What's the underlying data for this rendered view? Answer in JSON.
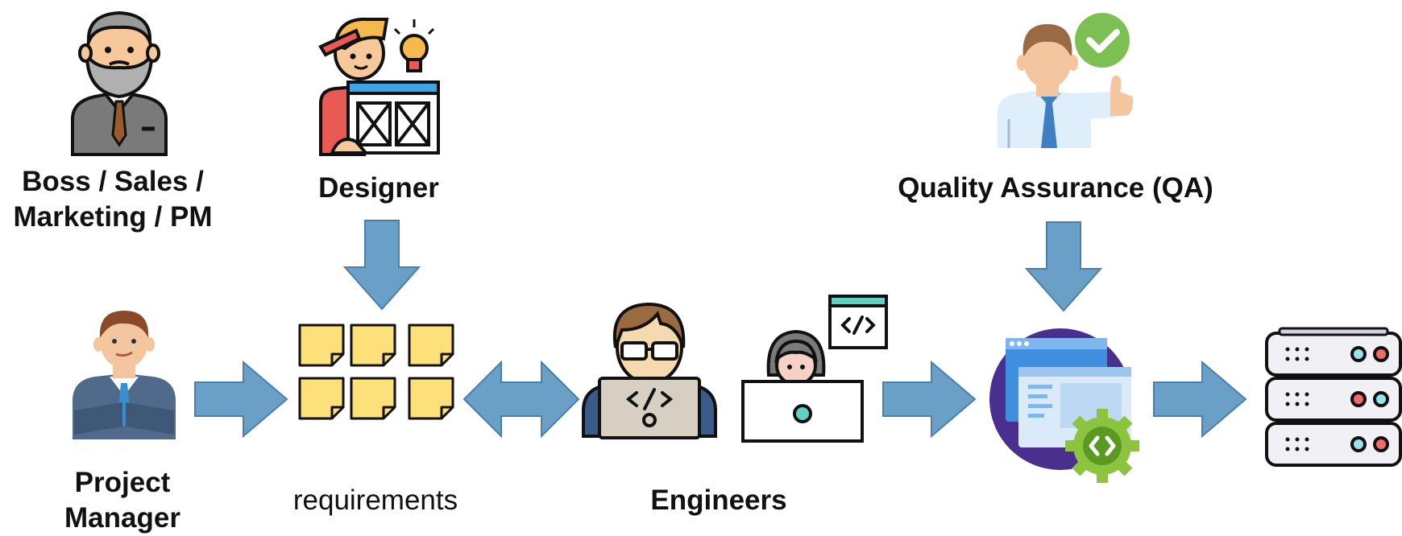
{
  "labels": {
    "boss_line1": "Boss / Sales /",
    "boss_line2": "Marketing / PM",
    "designer": "Designer",
    "qa": "Quality Assurance (QA)",
    "pm_line1": "Project",
    "pm_line2": "Manager",
    "requirements": "requirements",
    "engineers": "Engineers"
  },
  "colors": {
    "arrow": "#6a9fc7",
    "arrow_stroke": "#4a7fa8",
    "sticky": "#fde07a",
    "outline": "#111111"
  },
  "icons": {
    "boss": "bearded-man-suit-icon",
    "designer": "designer-wireframe-icon",
    "qa": "qa-thumbs-up-icon",
    "pm": "project-manager-icon",
    "notes": "sticky-notes-icon",
    "engineer_male": "male-engineer-laptop-icon",
    "engineer_female": "female-engineer-laptop-icon",
    "app": "app-build-icon",
    "server": "server-rack-icon"
  }
}
